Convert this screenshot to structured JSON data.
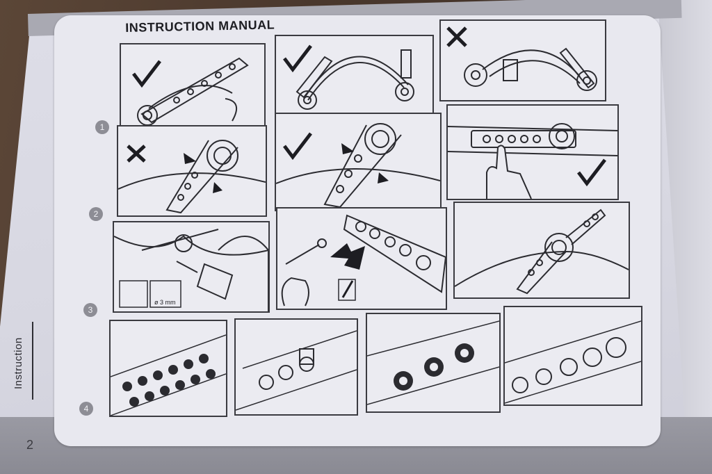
{
  "manual": {
    "title": "INSTRUCTION MANUAL",
    "steps": [
      "1",
      "2",
      "3",
      "4"
    ],
    "drill_size": "ø 3 mm"
  },
  "spine": {
    "label": "Instruction",
    "page_number": "2"
  },
  "colors": {
    "line_art": "#2b2b30",
    "panel_bg": "#ebebf1",
    "step_badge": "#8d8d95"
  },
  "icons": [
    "check-mark-icon",
    "cross-mark-icon",
    "arrow-icon",
    "hand-icon",
    "screwdriver-icon",
    "drill-icon"
  ]
}
